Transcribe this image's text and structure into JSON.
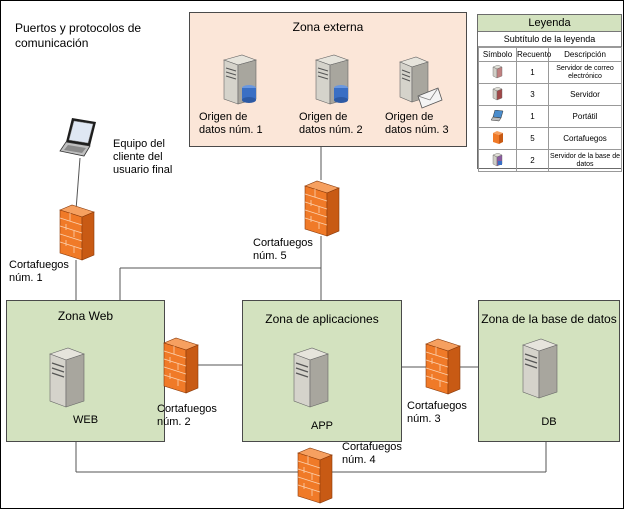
{
  "title": "Puertos y protocolos de comunicación",
  "title_lines": [
    "Puertos y protocolos de",
    "comunicación"
  ],
  "colors": {
    "zone_green": "#d3e2bf",
    "zone_external": "#fbe6d8",
    "firewall_orange": "#f07a28",
    "line": "#555555",
    "db_blue": "#3a6fc4"
  },
  "end_user": {
    "icon": "laptop-icon",
    "label_lines": [
      "Equipo del",
      "cliente del",
      "usuario final"
    ]
  },
  "external_zone": {
    "title": "Zona externa",
    "sources": [
      {
        "icon": "database-server-icon",
        "label_lines": [
          "Origen de",
          "datos núm. 1"
        ]
      },
      {
        "icon": "database-server-icon",
        "label_lines": [
          "Origen de",
          "datos núm. 2"
        ]
      },
      {
        "icon": "mail-server-icon",
        "label_lines": [
          "Origen de",
          "datos núm. 3"
        ]
      }
    ]
  },
  "zones": [
    {
      "title": "Zona Web",
      "server_label": "WEB",
      "icon": "server-icon"
    },
    {
      "title": "Zona de aplicaciones",
      "server_label": "APP",
      "icon": "server-icon"
    },
    {
      "title": "Zona de la base de datos",
      "server_label": "DB",
      "icon": "server-icon"
    }
  ],
  "firewalls": [
    {
      "icon": "firewall-icon",
      "label_lines": [
        "Cortafuegos",
        "núm. 1"
      ]
    },
    {
      "icon": "firewall-icon",
      "label_lines": [
        "Cortafuegos",
        "núm. 2"
      ]
    },
    {
      "icon": "firewall-icon",
      "label_lines": [
        "Cortafuegos",
        "núm. 3"
      ]
    },
    {
      "icon": "firewall-icon",
      "label_lines": [
        "Cortafuegos",
        "núm. 4"
      ]
    },
    {
      "icon": "firewall-icon",
      "label_lines": [
        "Cortafuegos",
        "núm. 5"
      ]
    }
  ],
  "legend": {
    "title": "Leyenda",
    "subtitle": "Subtítulo de la leyenda",
    "columns": [
      "Símbolo",
      "Recuento",
      "Descripción"
    ],
    "rows": [
      {
        "icon": "mail-server-icon",
        "count": "1",
        "description": "Servidor de correo electrónico"
      },
      {
        "icon": "server-icon",
        "count": "3",
        "description": "Servidor"
      },
      {
        "icon": "laptop-icon",
        "count": "1",
        "description": "Portátil"
      },
      {
        "icon": "firewall-icon",
        "count": "5",
        "description": "Cortafuegos"
      },
      {
        "icon": "database-server-icon",
        "count": "2",
        "description": "Servidor de la base de datos"
      }
    ]
  }
}
